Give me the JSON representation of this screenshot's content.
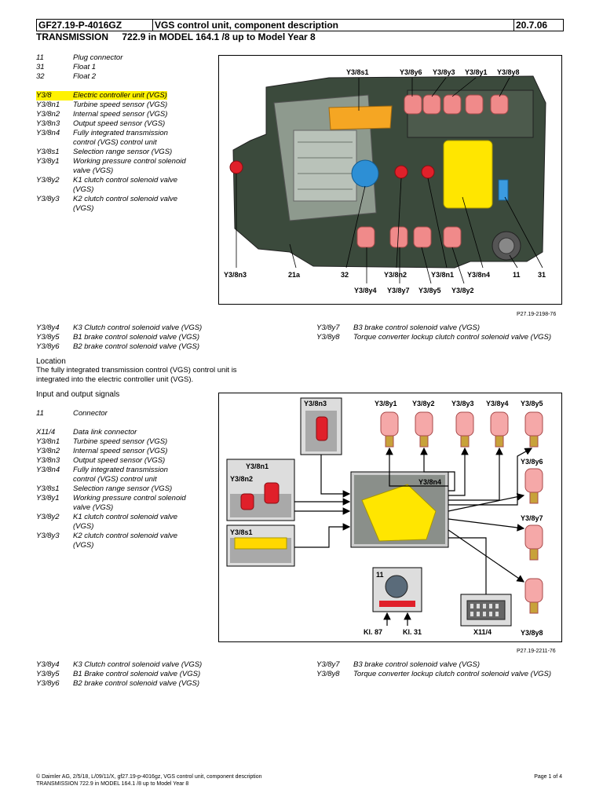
{
  "header": {
    "doc_id": "GF27.19-P-4016GZ",
    "title": "VGS control unit, component description",
    "date": "20.7.06",
    "section": "TRANSMISSION",
    "applicability": "722.9 in MODEL 164.1 /8  up to Model Year 8"
  },
  "legend1": [
    {
      "code": "11",
      "desc": "Plug connector"
    },
    {
      "code": "31",
      "desc": "Float 1"
    },
    {
      "code": "32",
      "desc": "Float 2"
    },
    {
      "code": "Y3/8",
      "desc": "Electric controller unit (VGS)"
    },
    {
      "code": "Y3/8n1",
      "desc": "Turbine speed sensor (VGS)"
    },
    {
      "code": "Y3/8n2",
      "desc": "Internal speed sensor (VGS)"
    },
    {
      "code": "Y3/8n3",
      "desc": "Output speed sensor (VGS)"
    },
    {
      "code": "Y3/8n4",
      "desc": "Fully integrated transmission control (VGS) control unit"
    },
    {
      "code": "Y3/8s1",
      "desc": "Selection range sensor (VGS)"
    },
    {
      "code": "Y3/8y1",
      "desc": "Working pressure control solenoid valve (VGS)"
    },
    {
      "code": "Y3/8y2",
      "desc": "K1 clutch control solenoid valve (VGS)"
    },
    {
      "code": "Y3/8y3",
      "desc": "K2 clutch control solenoid valve (VGS)"
    }
  ],
  "figure1": {
    "ref": "P27.19-2198-76",
    "labels": {
      "s1": "Y3/8s1",
      "y6": "Y3/8y6",
      "y3": "Y3/8y3",
      "y1": "Y3/8y1",
      "y8": "Y3/8y8",
      "n3": "Y3/8n3",
      "a21": "21a",
      "f32": "32",
      "n2": "Y3/8n2",
      "n1": "Y3/8n1",
      "n4": "Y3/8n4",
      "p11": "11",
      "f31": "31",
      "y4": "Y3/8y4",
      "y7": "Y3/8y7",
      "y5": "Y3/8y5",
      "y2": "Y3/8y2"
    }
  },
  "legend2_left": [
    {
      "code": "Y3/8y4",
      "desc": "K3 Clutch control solenoid valve (VGS)"
    },
    {
      "code": "Y3/8y5",
      "desc": "B1 brake control solenoid valve (VGS)"
    },
    {
      "code": "Y3/8y6",
      "desc": "B2 brake control solenoid valve (VGS)"
    }
  ],
  "legend2_right": [
    {
      "code": "Y3/8y7",
      "desc": "B3 brake control solenoid valve (VGS)"
    },
    {
      "code": "Y3/8y8",
      "desc": "Torque converter lockup clutch control solenoid valve (VGS)"
    }
  ],
  "location": {
    "heading": "Location",
    "text": "The fully integrated transmission control (VGS) control unit is integrated into the electric controller unit (VGS)."
  },
  "io": {
    "heading": "Input and output signals"
  },
  "legend3": [
    {
      "code": "11",
      "desc": "Connector"
    },
    {
      "code": "X11/4",
      "desc": "Data link connector"
    },
    {
      "code": "Y3/8n1",
      "desc": "Turbine speed sensor (VGS)"
    },
    {
      "code": "Y3/8n2",
      "desc": "Internal speed sensor (VGS)"
    },
    {
      "code": "Y3/8n3",
      "desc": "Output speed sensor (VGS)"
    },
    {
      "code": "Y3/8n4",
      "desc": "Fully integrated transmission control (VGS) control unit"
    },
    {
      "code": "Y3/8s1",
      "desc": "Selection range sensor (VGS)"
    },
    {
      "code": "Y3/8y1",
      "desc": "Working pressure control solenoid valve (VGS)"
    },
    {
      "code": "Y3/8y2",
      "desc": "K1 clutch control solenoid valve (VGS)"
    },
    {
      "code": "Y3/8y3",
      "desc": "K2 clutch control solenoid valve (VGS)"
    }
  ],
  "figure2": {
    "ref": "P27.19-2211-76",
    "labels": {
      "n3": "Y3/8n3",
      "y1": "Y3/8y1",
      "y2": "Y3/8y2",
      "y3": "Y3/8y3",
      "y4": "Y3/8y4",
      "y5": "Y3/8y5",
      "n1": "Y3/8n1",
      "n2": "Y3/8n2",
      "n4": "Y3/8n4",
      "y6": "Y3/8y6",
      "s1": "Y3/8s1",
      "y7": "Y3/8y7",
      "p11": "11",
      "kl87": "Kl. 87",
      "kl31": "Kl. 31",
      "x114": "X11/4",
      "y8": "Y3/8y8"
    }
  },
  "legend4_left": [
    {
      "code": "Y3/8y4",
      "desc": "K3 Clutch control solenoid valve (VGS)"
    },
    {
      "code": "Y3/8y5",
      "desc": "B1 Brake control solenoid valve (VGS)"
    },
    {
      "code": "Y3/8y6",
      "desc": "B2 brake control solenoid valve (VGS)"
    }
  ],
  "legend4_right": [
    {
      "code": "Y3/8y7",
      "desc": "B3 brake control solenoid valve (VGS)"
    },
    {
      "code": "Y3/8y8",
      "desc": "Torque converter lockup clutch control solenoid valve (VGS)"
    }
  ],
  "footer": {
    "line1": "© Daimler AG, 2/5/18, L/09/11/X, gf27.19-p-4016gz, VGS control unit, component description",
    "line2": "TRANSMISSION 722.9 in MODEL 164.1 /8 up to Model Year 8",
    "page": "Page 1 of 4"
  }
}
